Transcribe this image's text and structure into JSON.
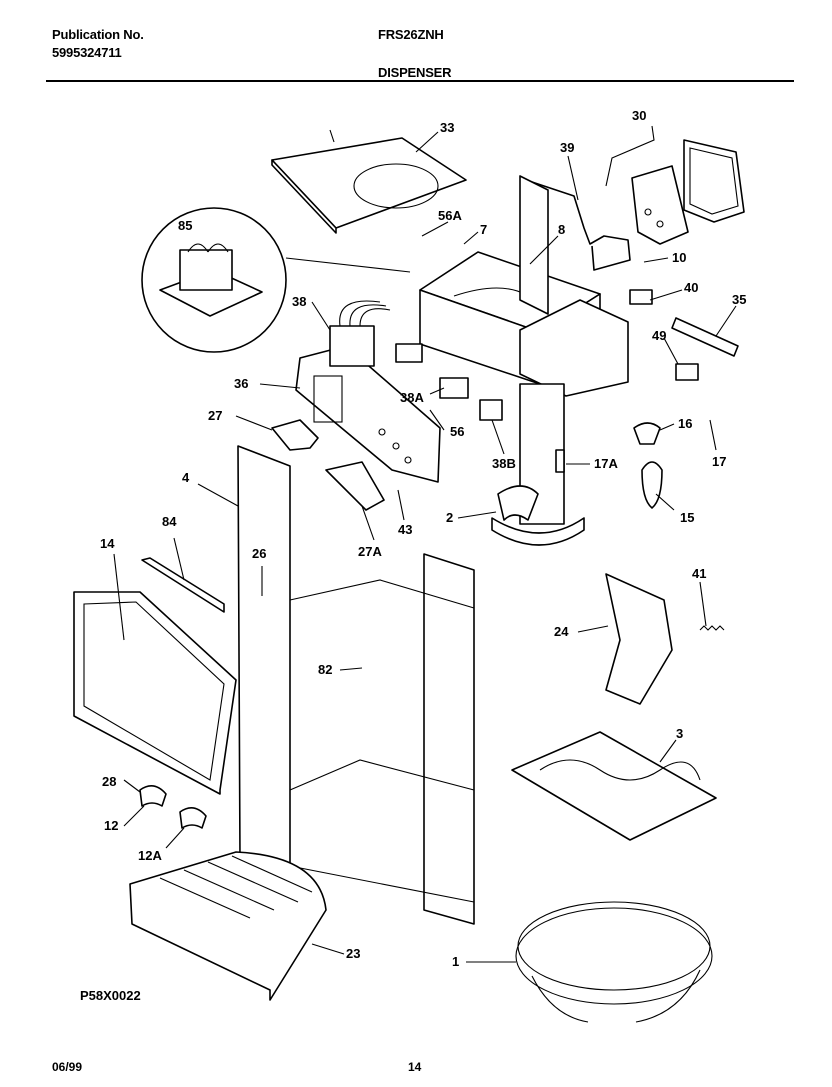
{
  "header": {
    "publication_label": "Publication No.",
    "publication_number": "5995324711",
    "model": "FRS26ZNH",
    "section": "DISPENSER"
  },
  "diagram": {
    "code": "P58X0022",
    "labels": [
      "33",
      "30",
      "39",
      "56A",
      "7",
      "8",
      "10",
      "85",
      "40",
      "38",
      "35",
      "49",
      "36",
      "38A",
      "27",
      "56",
      "38B",
      "16",
      "17A",
      "17",
      "4",
      "27A",
      "43",
      "2",
      "15",
      "84",
      "14",
      "26",
      "41",
      "24",
      "82",
      "3",
      "28",
      "12",
      "12A",
      "23",
      "1"
    ]
  },
  "footer": {
    "date": "06/99",
    "page": "14"
  }
}
